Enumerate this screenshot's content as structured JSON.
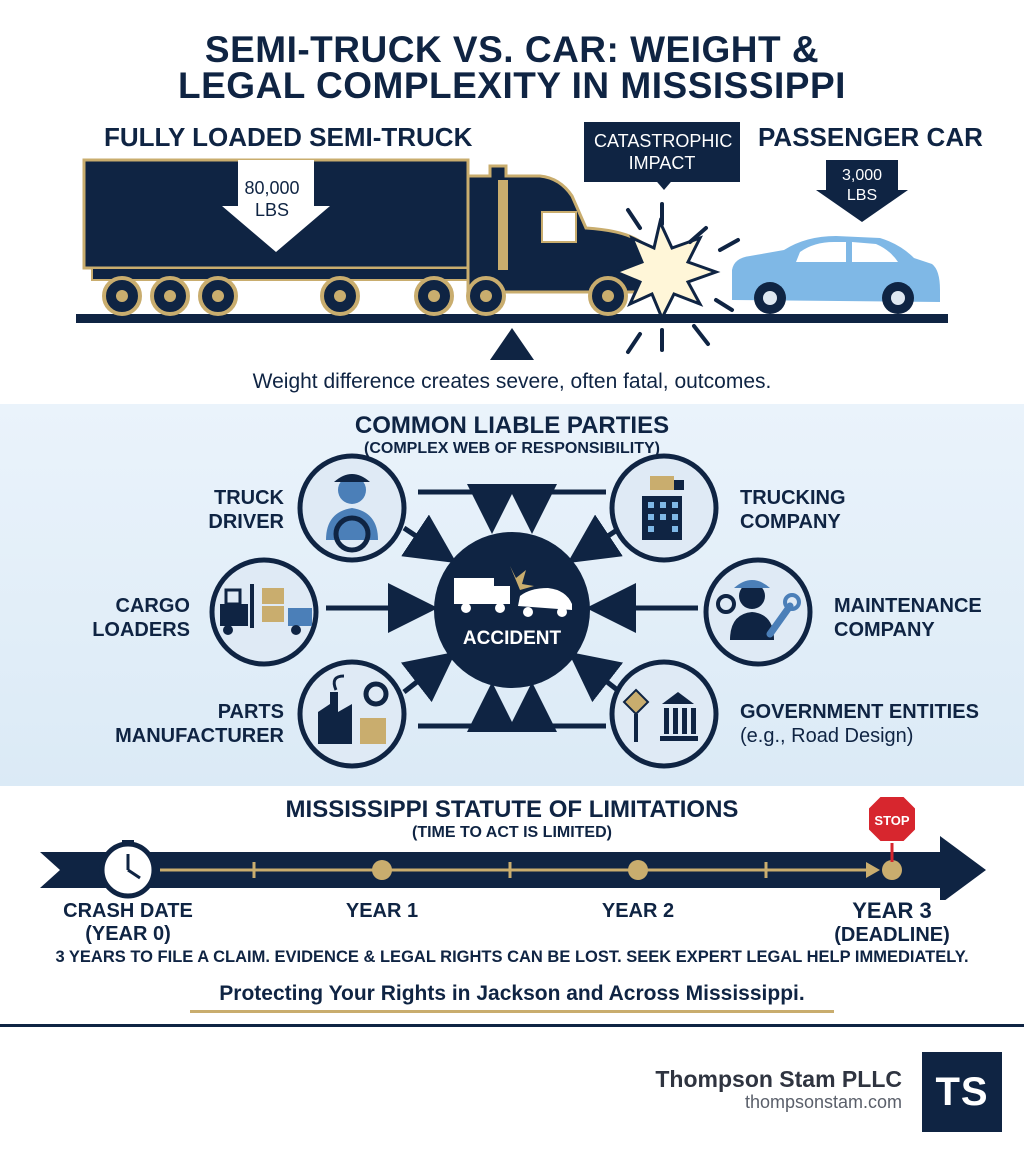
{
  "header": {
    "title_line1": "SEMI-TRUCK VS. CAR: WEIGHT &",
    "title_line2": "LEGAL COMPLEXITY IN MISSISSIPPI"
  },
  "weight_section": {
    "truck_label": "FULLY LOADED SEMI-TRUCK",
    "truck_weight_value": "80,000",
    "truck_weight_unit": "LBS",
    "impact_line1": "CATASTROPHIC",
    "impact_line2": "IMPACT",
    "car_label": "PASSENGER CAR",
    "car_weight_value": "3,000",
    "car_weight_unit": "LBS",
    "caption": "Weight difference creates severe, often fatal, outcomes."
  },
  "liability_section": {
    "title": "COMMON LIABLE PARTIES",
    "subtitle": "(COMPLEX WEB OF RESPONSIBILITY)",
    "center_label": "ACCIDENT",
    "parties": [
      {
        "line1": "TRUCK",
        "line2": "DRIVER",
        "icon": "truck-driver-icon"
      },
      {
        "line1": "CARGO",
        "line2": "LOADERS",
        "icon": "forklift-icon"
      },
      {
        "line1": "PARTS",
        "line2": "MANUFACTURER",
        "icon": "factory-icon"
      },
      {
        "line1": "TRUCKING",
        "line2": "COMPANY",
        "icon": "trucking-company-building-icon"
      },
      {
        "line1": "MAINTENANCE",
        "line2": "COMPANY",
        "icon": "mechanic-icon"
      },
      {
        "line1": "GOVERNMENT ENTITIES",
        "line2": "(e.g., Road Design)",
        "icon": "government-building-icon"
      }
    ]
  },
  "statute_section": {
    "title": "MISSISSIPPI STATUTE OF LIMITATIONS",
    "subtitle": "(TIME TO ACT IS LIMITED)",
    "stop_sign_text": "STOP",
    "milestones": [
      {
        "line1": "CRASH DATE",
        "line2": "(YEAR 0)"
      },
      {
        "line1": "YEAR 1",
        "line2": ""
      },
      {
        "line1": "YEAR 2",
        "line2": ""
      },
      {
        "line1": "YEAR 3",
        "line2": "(DEADLINE)"
      }
    ],
    "note": "3 YEARS TO FILE A CLAIM. EVIDENCE & LEGAL RIGHTS CAN BE LOST. SEEK EXPERT LEGAL HELP IMMEDIATELY."
  },
  "footer": {
    "tagline": "Protecting Your Rights in Jackson and Across Mississippi.",
    "firm_name": "Thompson Stam PLLC",
    "website": "thompsonstam.com",
    "logo_text": "TS"
  },
  "colors": {
    "navy": "#0f2443",
    "gold": "#c9ad6e",
    "car_blue": "#7fb8e6",
    "stop_red": "#d7262e",
    "band_blue": "#e3eef8"
  }
}
